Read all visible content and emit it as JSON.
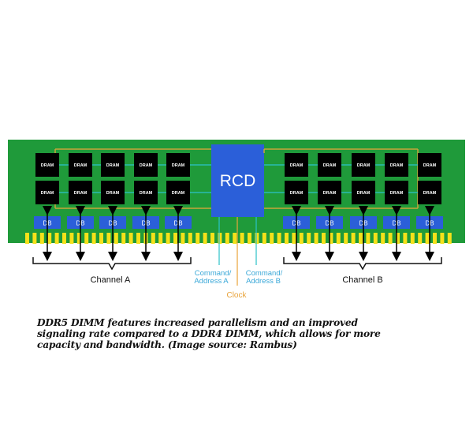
{
  "diagram": {
    "title": "DDR5 DIMM architecture",
    "rcd_label": "RCD",
    "dram_label": "DRAM",
    "db_label": "DB",
    "channels": [
      {
        "name": "Channel A",
        "dram_columns": 5,
        "dram_rows": 2,
        "data_buffers": 5
      },
      {
        "name": "Channel B",
        "dram_columns": 5,
        "dram_rows": 2,
        "data_buffers": 5
      }
    ],
    "signals": {
      "command_address_a": [
        "Command/",
        "Address A"
      ],
      "command_address_b": [
        "Command/",
        "Address B"
      ],
      "clock": "Clock"
    },
    "colors": {
      "pcb": "#1f9a3a",
      "pcb_border": "#167a2c",
      "dram": "#000000",
      "rcd": "#2b5fd9",
      "db": "#2b5fd9",
      "gold_finger": "#f5e11a",
      "trace_gold": "#c9a53a",
      "trace_cyan": "#2cc2c9",
      "cmd_addr_text": "#3aa8d8",
      "clock_text": "#e8a33a",
      "arrow": "#000000"
    }
  },
  "caption": "DDR5 DIMM features increased parallelism and an improved signaling rate compared to a DDR4 DIMM, which allows for more capacity and bandwidth. (Image source: Rambus)"
}
